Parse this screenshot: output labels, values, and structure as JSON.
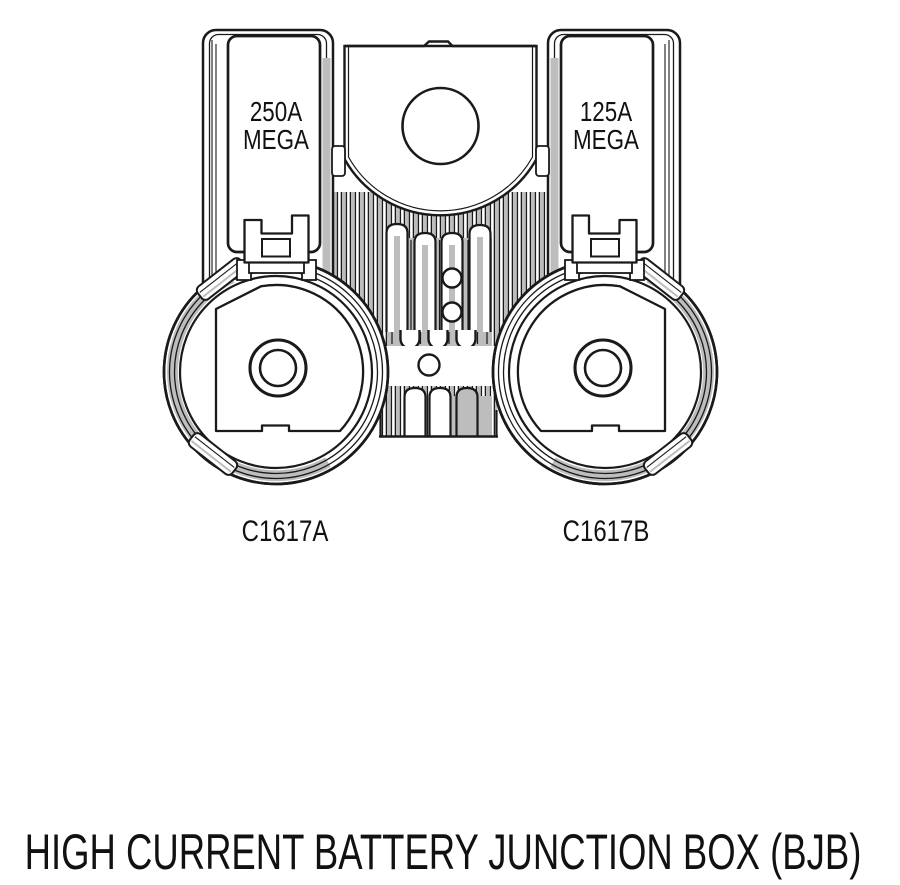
{
  "diagram": {
    "title": "HIGH CURRENT BATTERY JUNCTION BOX (BJB)",
    "left_fuse": {
      "rating": "250A",
      "type": "MEGA"
    },
    "right_fuse": {
      "rating": "125A",
      "type": "MEGA"
    },
    "left_connector": {
      "label": "C1617A"
    },
    "right_connector": {
      "label": "C1617B"
    },
    "colors": {
      "line": "#1a1a1a",
      "shade": "#bdbdbd",
      "background": "#ffffff",
      "text": "#111111"
    }
  }
}
